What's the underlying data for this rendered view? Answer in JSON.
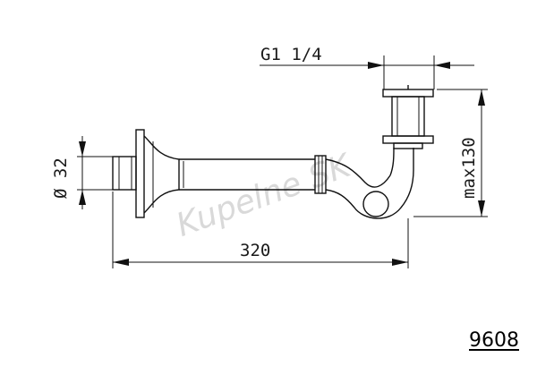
{
  "drawing": {
    "thread_label": "G1 1/4",
    "diameter_label": "Ø 32",
    "length_label": "320",
    "height_label": "max130",
    "watermark": "Kupelne SK",
    "model_number": "9608",
    "line_color": "#111111"
  }
}
